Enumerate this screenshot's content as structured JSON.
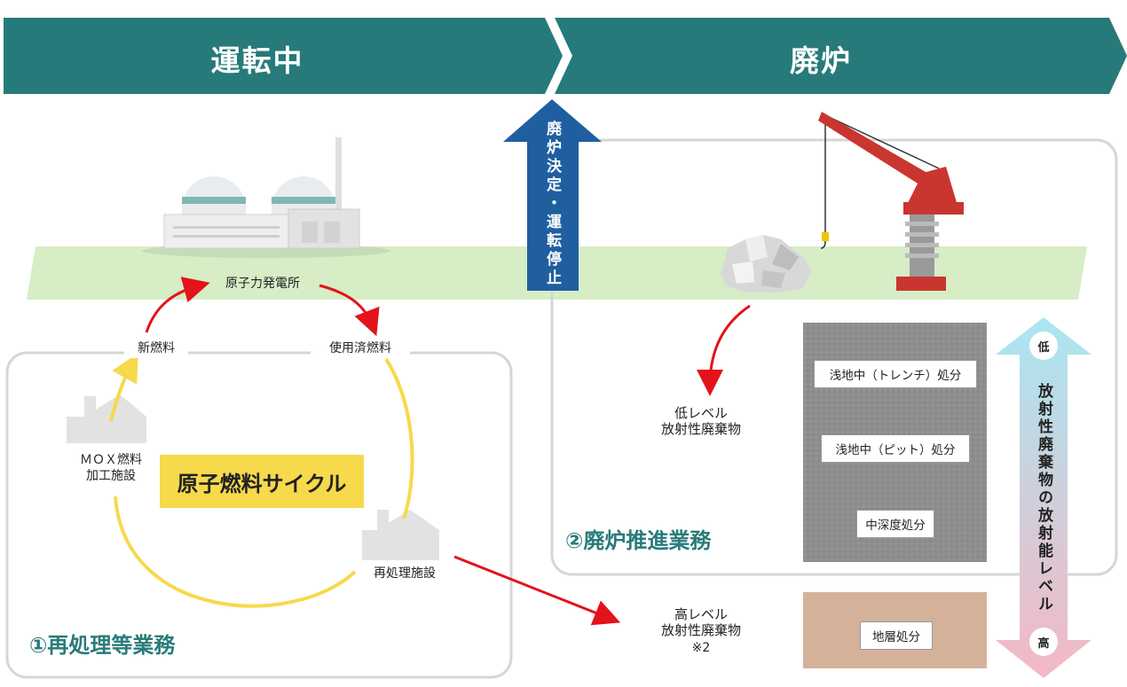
{
  "header": {
    "left_phase": "運転中",
    "right_phase": "廃炉",
    "band_color": "#277a7a"
  },
  "decision_arrow": {
    "label": "廃炉決定・運転停止",
    "color": "#1f5fa0"
  },
  "cycle": {
    "power_plant": "原子力発電所",
    "new_fuel": "新燃料",
    "spent_fuel": "使用済燃料",
    "mox_facility": "ＭＯＸ燃料\n加工施設",
    "reprocessing_facility": "再処理施設",
    "cycle_title": "原子燃料サイクル",
    "business_title": "①再処理等業務"
  },
  "decommission": {
    "business_title": "②廃炉推進業務",
    "low_level_waste": "低レベル\n放射性廃棄物",
    "high_level_waste": "高レベル\n放射性廃棄物",
    "high_level_note": "※2"
  },
  "disposal": {
    "trench": "浅地中（トレンチ）処分",
    "pit": "浅地中（ピット）処分",
    "intermediate_depth": "中深度処分",
    "geological": "地層処分"
  },
  "radioactivity_scale": {
    "label": "放射性廃棄物の放射能レベル",
    "low": "低",
    "high": "高"
  },
  "colors": {
    "ground": "#d6edc6",
    "cycle_yellow": "#f7d94c",
    "red_arrow": "#e3131b",
    "panel_border": "#d6d6d6",
    "teal_text": "#2a7b7b",
    "gravel": "#8f8f8f",
    "geological_box": "#d4b29a"
  }
}
